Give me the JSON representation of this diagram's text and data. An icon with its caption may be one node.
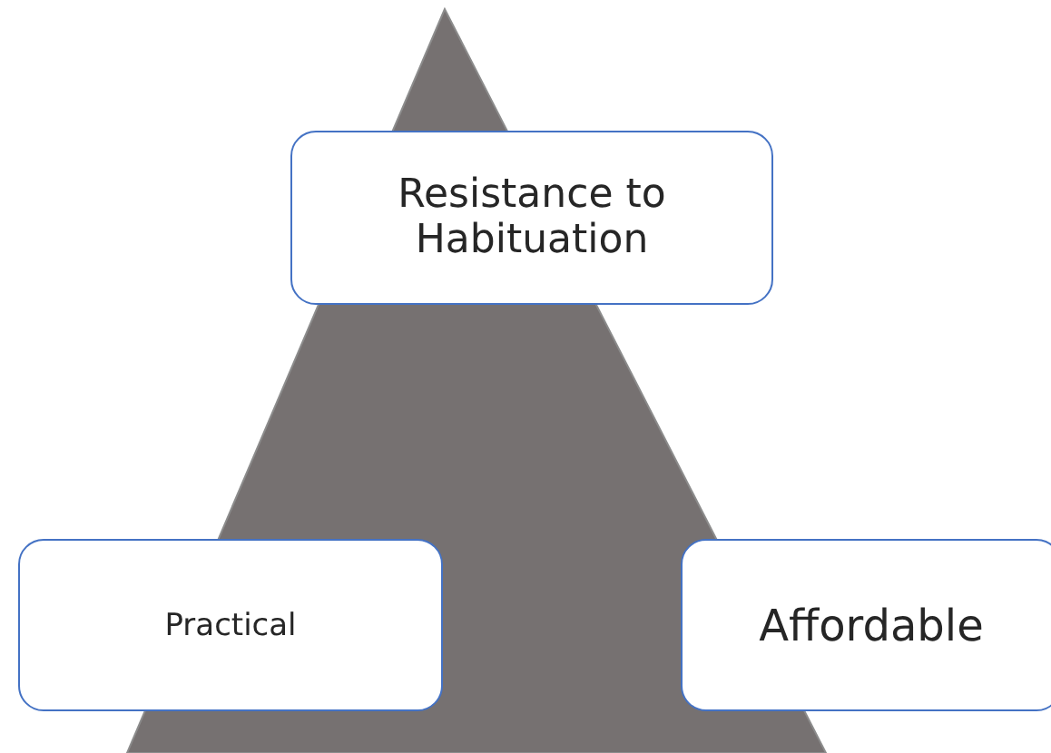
{
  "diagram": {
    "nodes": [
      {
        "text": [
          "Resistance to Habituation"
        ]
      },
      {
        "text": [
          "Practical"
        ]
      },
      {
        "text": [
          "Affordable"
        ]
      }
    ]
  }
}
